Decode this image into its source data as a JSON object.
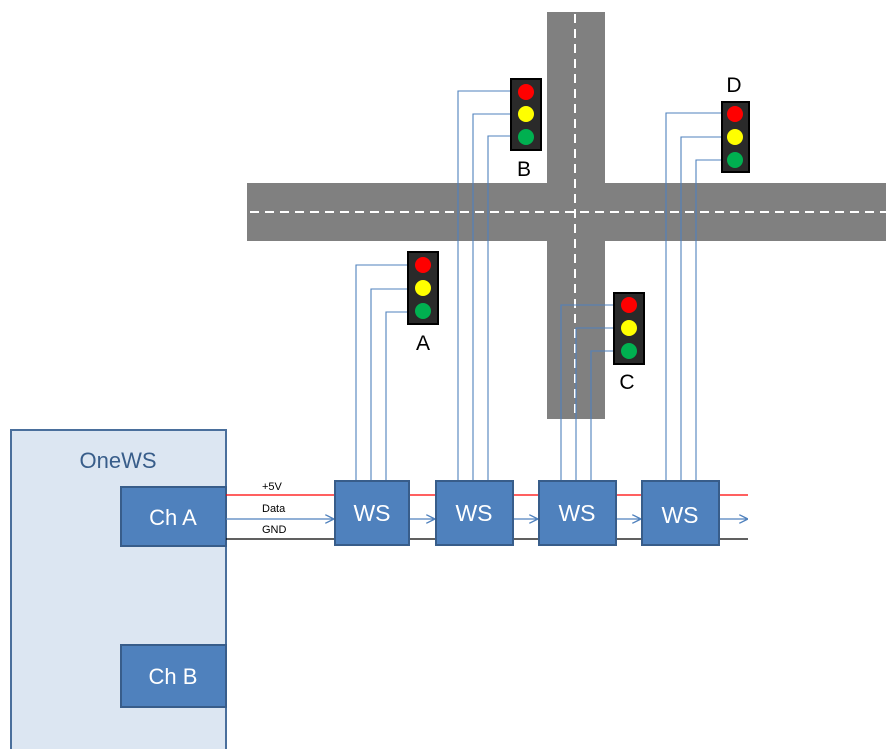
{
  "controller": {
    "title": "OneWS",
    "channels": [
      "Ch A",
      "Ch B"
    ]
  },
  "bus": {
    "lines": [
      "+5V",
      "Data",
      "GND"
    ]
  },
  "nodes": [
    "WS",
    "WS",
    "WS",
    "WS"
  ],
  "lights": [
    "A",
    "B",
    "C",
    "D"
  ],
  "colors": {
    "road": "#808080",
    "lane_marking": "#ffffff",
    "controller_fill": "#dce6f2",
    "controller_border": "#4a6f9c",
    "node_fill": "#4f81bd",
    "node_border": "#385d8a",
    "wire": "#4f81bd",
    "power_line": "#ff0000",
    "ground_line": "#000000",
    "signal_red": "#ff0000",
    "signal_yellow": "#ffff00",
    "signal_green": "#00b050",
    "signal_housing": "#000000"
  }
}
